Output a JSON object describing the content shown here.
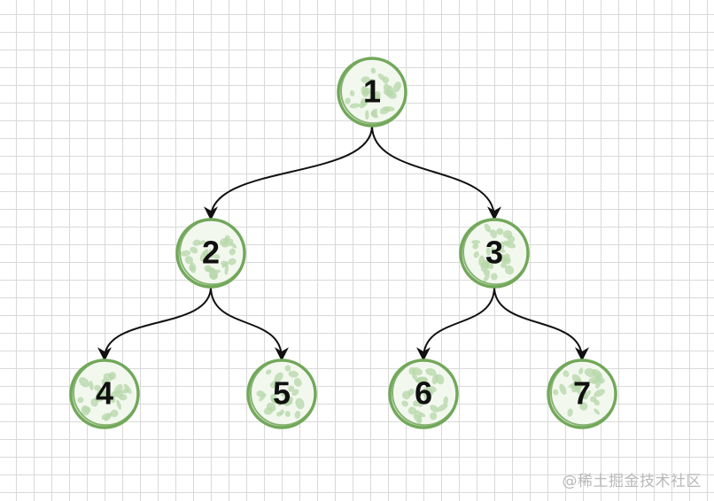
{
  "colors": {
    "node_stroke": "#72a85a",
    "node_fill": "#f3f8ef",
    "node_speckle": "#b8d8ab",
    "edge": "#111111",
    "grid": "#d9d9d9"
  },
  "nodes": [
    {
      "id": "1",
      "label": "1"
    },
    {
      "id": "2",
      "label": "2"
    },
    {
      "id": "3",
      "label": "3"
    },
    {
      "id": "4",
      "label": "4"
    },
    {
      "id": "5",
      "label": "5"
    },
    {
      "id": "6",
      "label": "6"
    },
    {
      "id": "7",
      "label": "7"
    }
  ],
  "edges": [
    {
      "from": "1",
      "to": "2"
    },
    {
      "from": "1",
      "to": "3"
    },
    {
      "from": "2",
      "to": "4"
    },
    {
      "from": "2",
      "to": "5"
    },
    {
      "from": "3",
      "to": "6"
    },
    {
      "from": "3",
      "to": "7"
    }
  ],
  "watermark": "@稀土掘金技术社区"
}
